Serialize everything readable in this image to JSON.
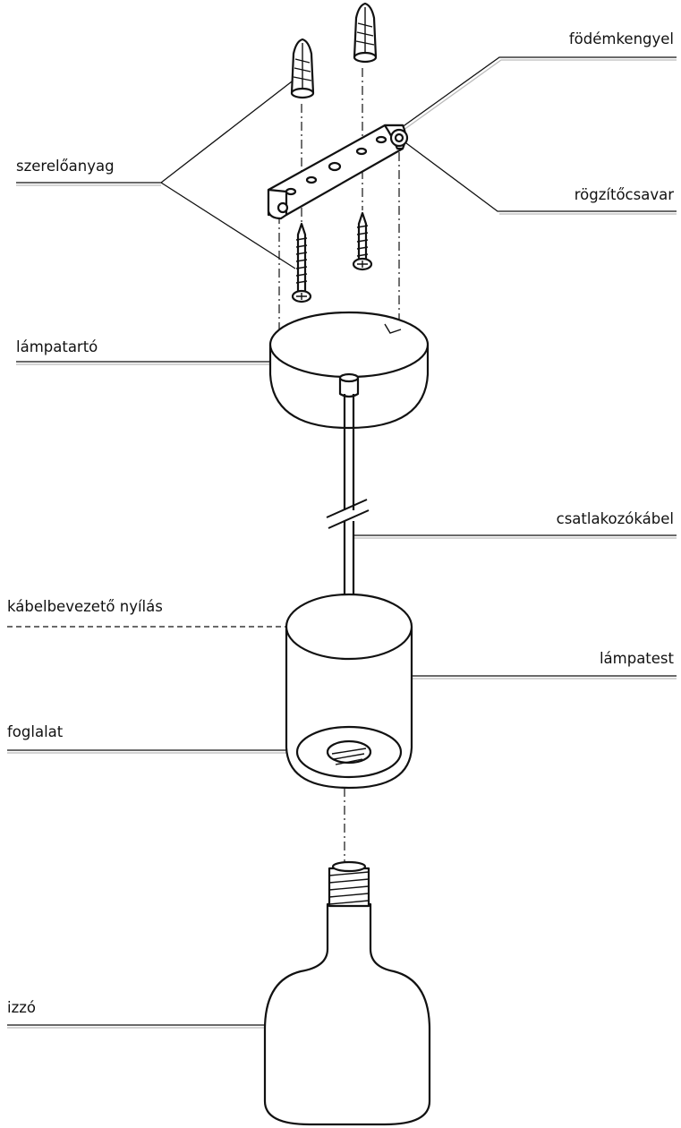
{
  "labels": {
    "fodemkengyel": "födémkengyel",
    "szereloanyag": "szerelőanyag",
    "rogzitocsavar": "rögzítőcsavar",
    "lampatarto": "lámpatartó",
    "csatlakozokabel": "csatlakozókábel",
    "kabelbevezeto": "kábelbevezető nyílás",
    "lampatest": "lámpatest",
    "foglalat": "foglalat",
    "izzo": "izzó"
  }
}
